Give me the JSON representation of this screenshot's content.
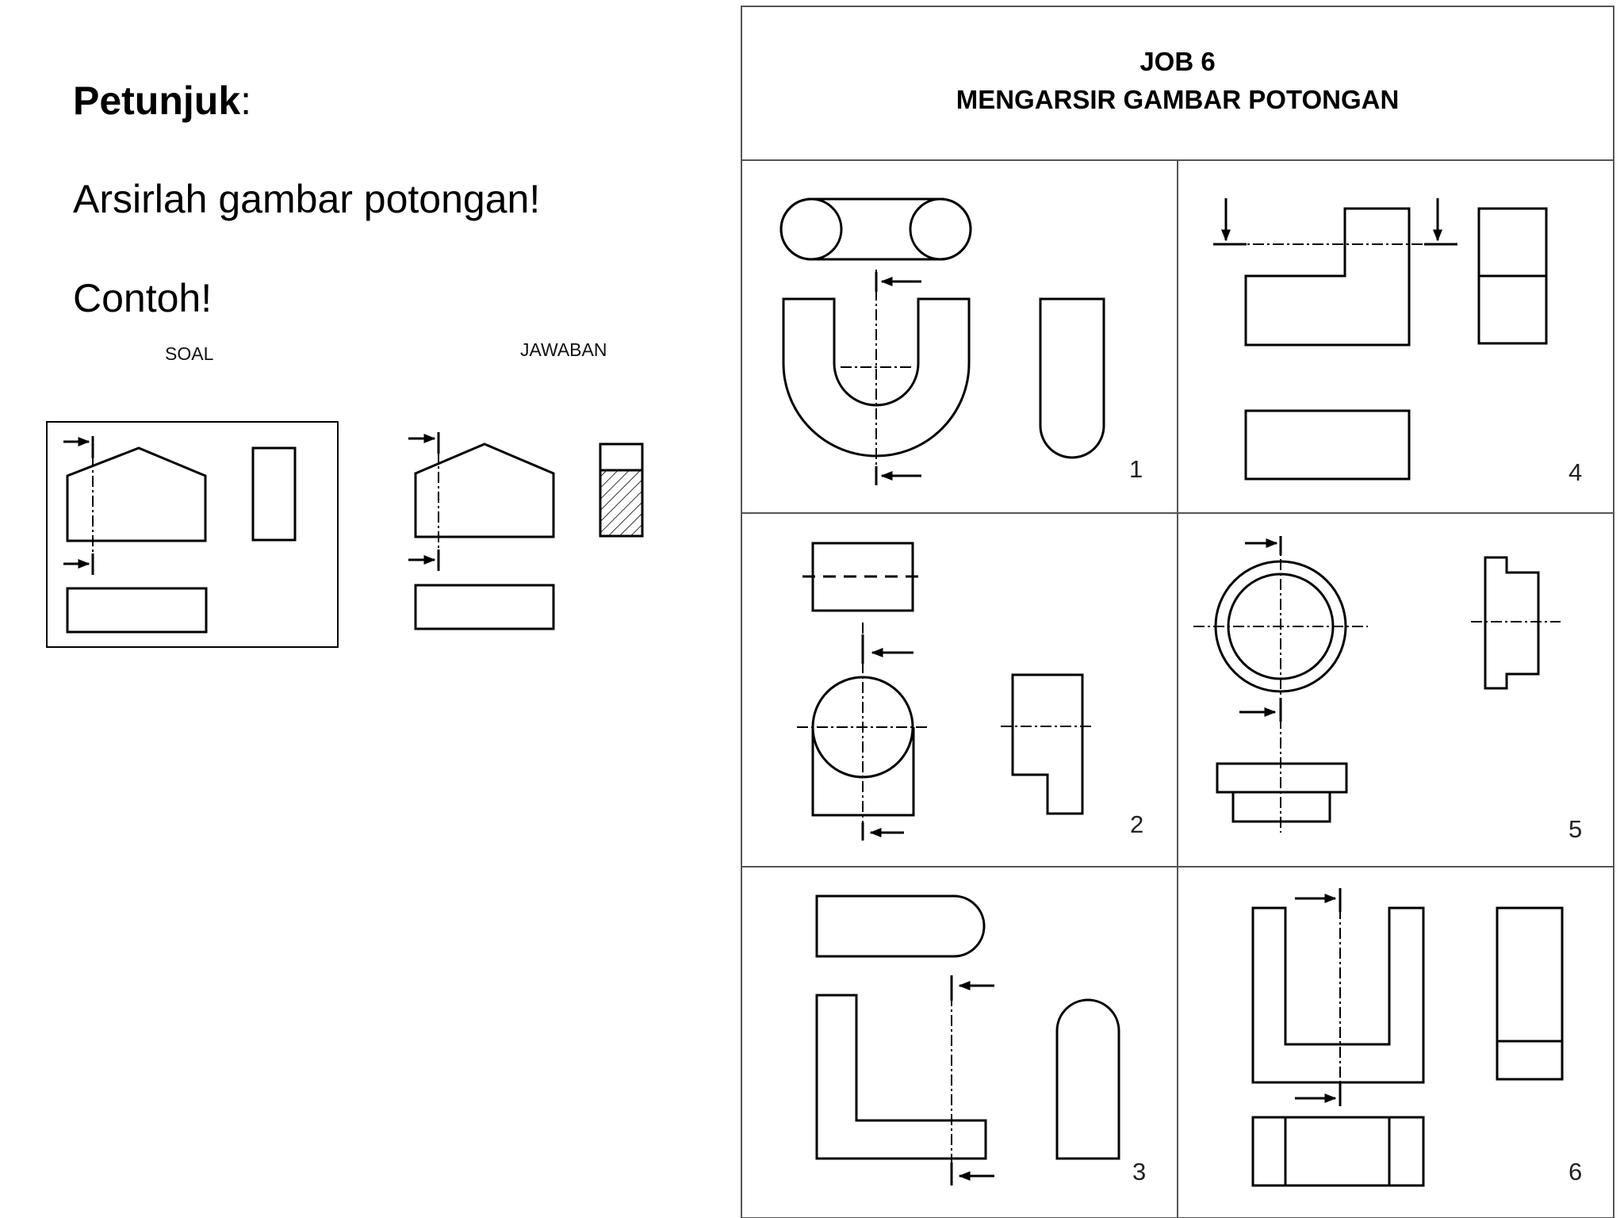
{
  "instructions": {
    "title": "Petunjuk",
    "title_suffix": ":",
    "body": "Arsirlah gambar potongan!",
    "example": "Contoh!"
  },
  "example": {
    "soal_label": "SOAL",
    "jawaban_label": "JAWABAN"
  },
  "sheet": {
    "title_line1": "JOB 6",
    "title_line2": "MENGARSIR GAMBAR POTONGAN",
    "problems": [
      {
        "number": "1"
      },
      {
        "number": "2"
      },
      {
        "number": "3"
      },
      {
        "number": "4"
      },
      {
        "number": "5"
      },
      {
        "number": "6"
      }
    ]
  }
}
